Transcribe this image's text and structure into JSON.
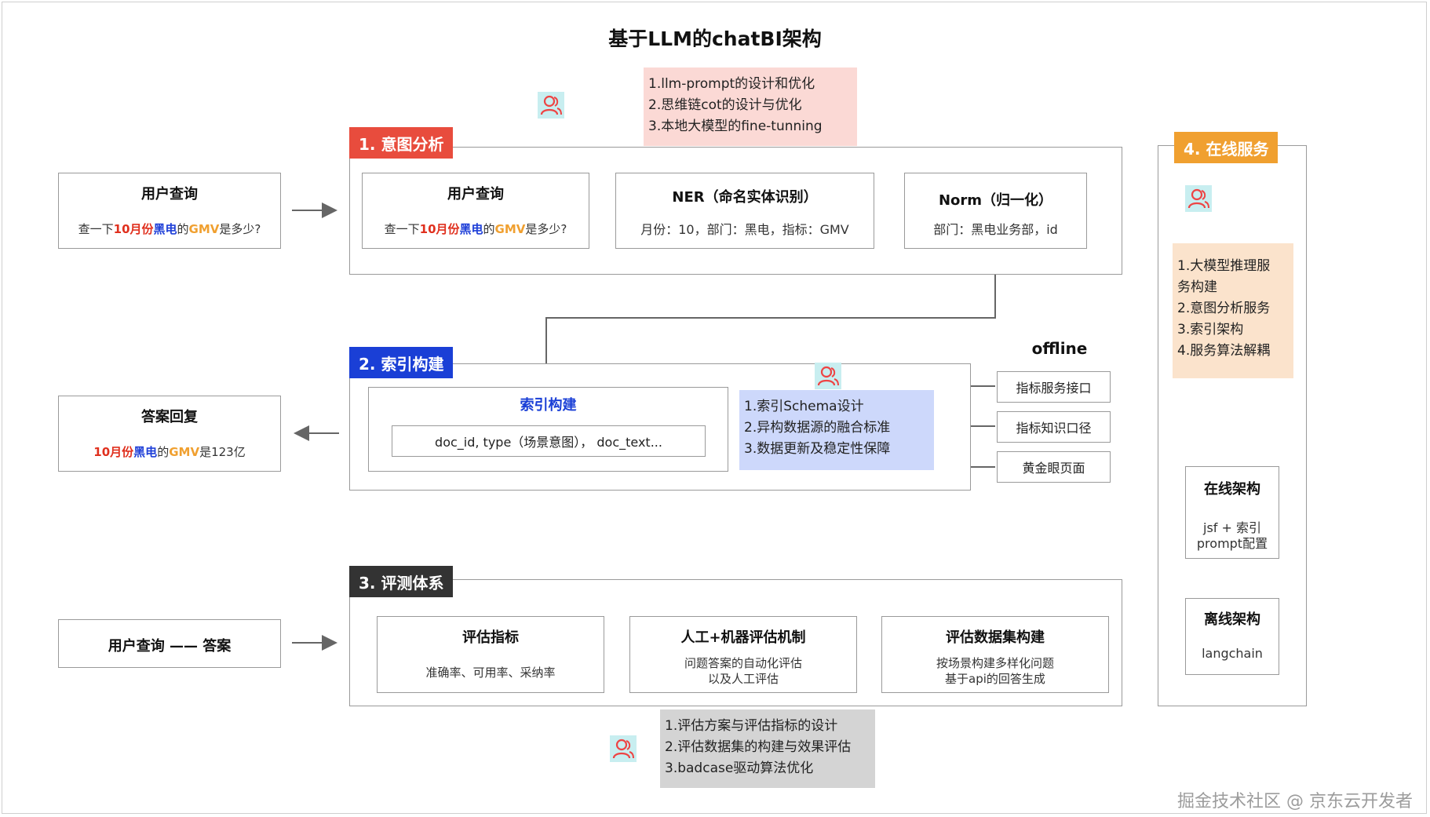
{
  "title": "基于LLM的chatBI架构",
  "left": {
    "query_title": "用户查询",
    "query_text": {
      "a": "查一下",
      "b": "10月份",
      "c": "黑电",
      "d": "的",
      "e": "GMV",
      "f": "是多少?"
    },
    "answer_title": "答案回复",
    "answer_text": {
      "a": "10月份",
      "b": "黑电",
      "c": "的",
      "d": "GMV",
      "e": "是123亿"
    },
    "eval_title": "用户查询 —— 答案"
  },
  "sec1": {
    "tag": "1. 意图分析",
    "note": [
      "1.llm-prompt的设计和优化",
      "2.思维链cot的设计与优化",
      "3.本地大模型的fine-tunning"
    ],
    "query_title": "用户查询",
    "query_text": {
      "a": "查一下",
      "b": "10月份",
      "c": "黑电",
      "d": "的",
      "e": "GMV",
      "f": "是多少?"
    },
    "ner_title": "NER（命名实体识别）",
    "ner_text": "月份：10，部门：黑电，指标：GMV",
    "norm_title": "Norm（归一化）",
    "norm_text": "部门：黑电业务部，id"
  },
  "sec2": {
    "tag": "2. 索引构建",
    "inner_title": "索引构建",
    "inner_field": "doc_id,  type（场景意图），  doc_text...",
    "note": [
      "1.索引Schema设计",
      "2.异构数据源的融合标准",
      "3.数据更新及稳定性保障"
    ],
    "offline_label": "offline",
    "sources": [
      "指标服务接口",
      "指标知识口径",
      "黄金眼页面"
    ]
  },
  "sec3": {
    "tag": "3. 评测体系",
    "boxes": [
      {
        "title": "评估指标",
        "lines": [
          "准确率、可用率、采纳率"
        ]
      },
      {
        "title": "人工+机器评估机制",
        "lines": [
          "问题答案的自动化评估",
          "以及人工评估"
        ]
      },
      {
        "title": "评估数据集构建",
        "lines": [
          "按场景构建多样化问题",
          "基于api的回答生成"
        ]
      }
    ],
    "note": [
      "1.评估方案与评估指标的设计",
      "2.评估数据集的构建与效果评估",
      "3.badcase驱动算法优化"
    ]
  },
  "sec4": {
    "tag": "4. 在线服务",
    "note": [
      "1.大模型推理服",
      "务构建",
      "2.意图分析服务",
      "3.索引架构",
      "4.服务算法解耦"
    ],
    "online_title": "在线架构",
    "online_lines": [
      "jsf + 索引",
      "prompt配置"
    ],
    "offline_title": "离线架构",
    "offline_lines": [
      "langchain"
    ]
  },
  "watermark": "掘金技术社区 @ 京东云开发者",
  "colors": {
    "tag1": "#e84c3d",
    "tag2": "#1a3fd6",
    "tag3": "#333333",
    "tag4": "#f0a030",
    "note1": "#fbd9d5",
    "note2": "#cdd8fb",
    "note3": "#d4d4d4",
    "note4": "#fbe3cc"
  }
}
